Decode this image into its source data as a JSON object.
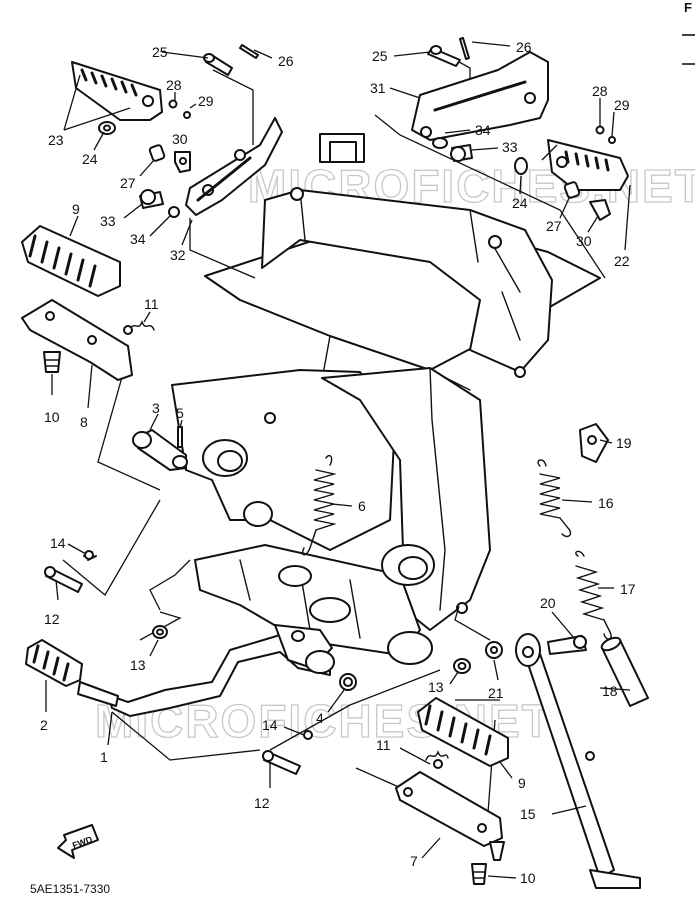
{
  "diagram_code": "5AE1351-7330",
  "fwd_label": "FWD",
  "watermark": "MICROFICHES.NET",
  "page_mark": "F",
  "callouts": {
    "c1": "1",
    "c2": "2",
    "c3": "3",
    "c4": "4",
    "c5": "5",
    "c6": "6",
    "c7": "7",
    "c8": "8",
    "c9_left": "9",
    "c9_right": "9",
    "c10_left": "10",
    "c10_right": "10",
    "c11_left": "11",
    "c11_right": "11",
    "c12_upper": "12",
    "c12_lower": "12",
    "c13_left": "13",
    "c13_right": "13",
    "c14_upper": "14",
    "c14_lower": "14",
    "c15": "15",
    "c16": "16",
    "c17": "17",
    "c18": "18",
    "c19": "19",
    "c20": "20",
    "c21": "21",
    "c22": "22",
    "c23": "23",
    "c24_left": "24",
    "c24_right": "24",
    "c25_left": "25",
    "c25_right": "25",
    "c26_left": "26",
    "c26_right": "26",
    "c27_left": "27",
    "c27_right": "27",
    "c28_left": "28",
    "c28_right": "28",
    "c29_left": "29",
    "c29_right": "29",
    "c30_left": "30",
    "c30_right": "30",
    "c31": "31",
    "c32": "32",
    "c33_left": "33",
    "c33_right": "33",
    "c34_left": "34",
    "c34_right": "34"
  }
}
